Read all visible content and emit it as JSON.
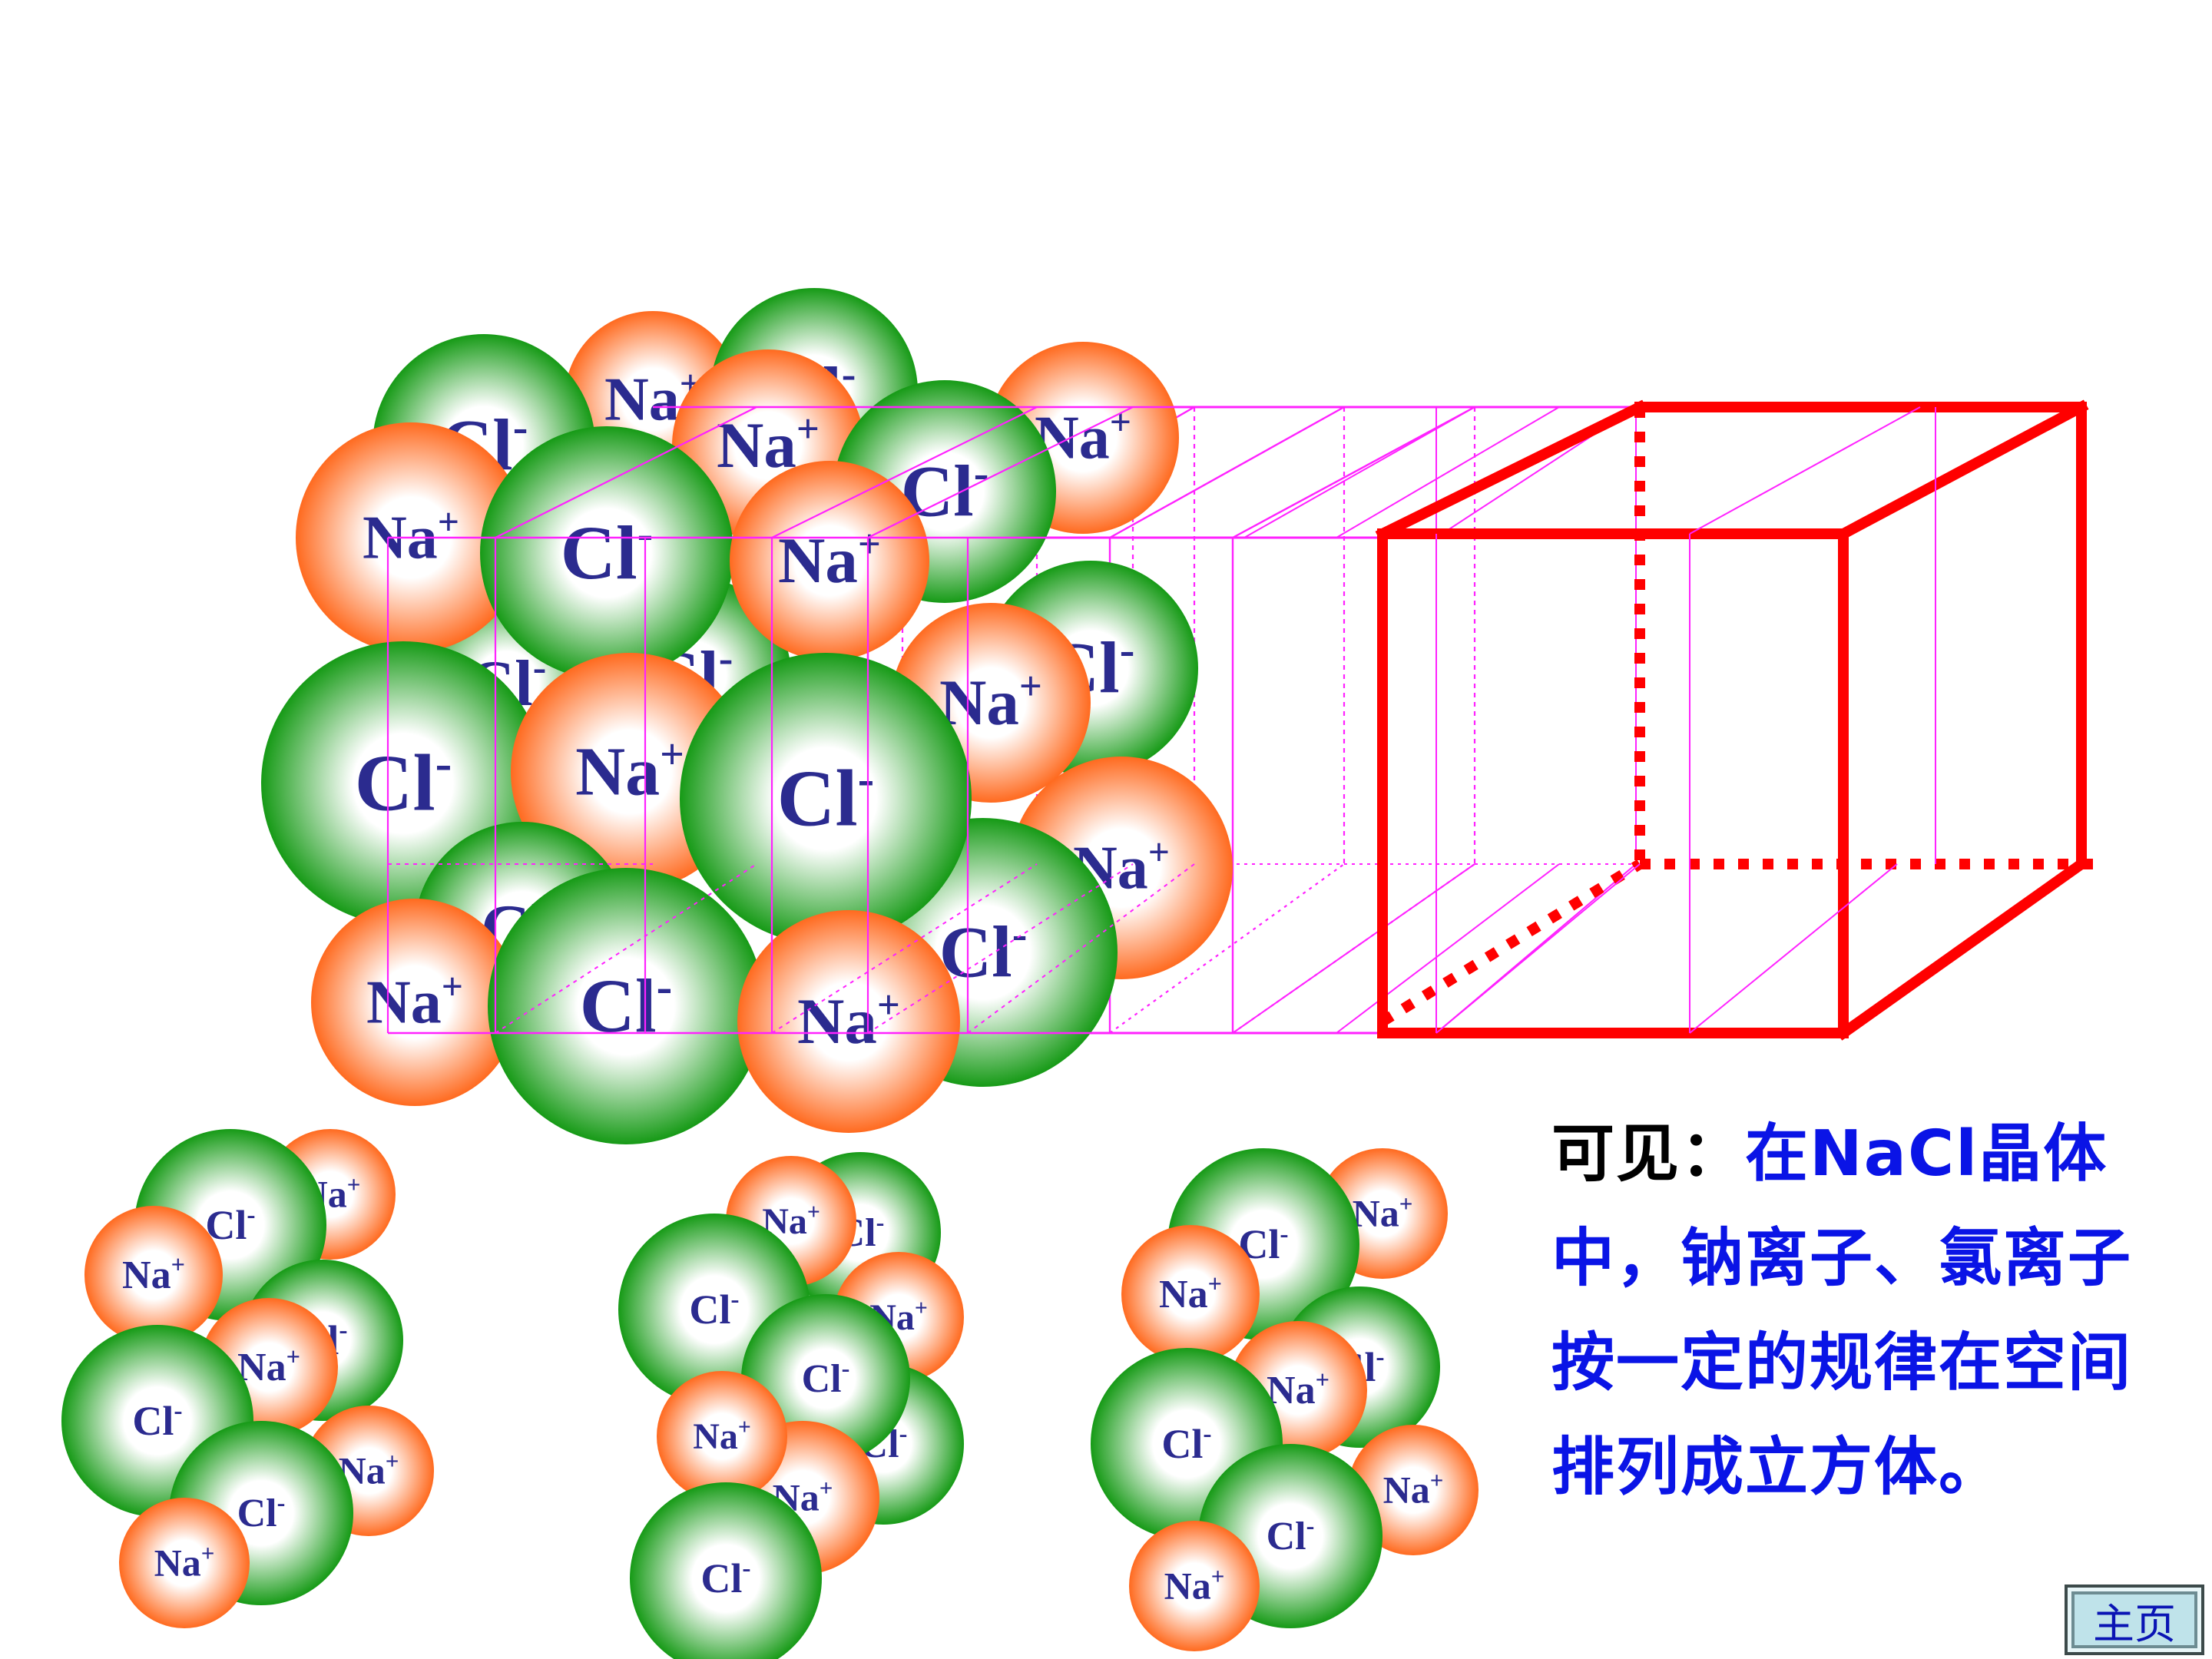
{
  "colors": {
    "na": "#ff6a1f",
    "cl": "#169a16",
    "label": "#2b2b8f",
    "lattice": "#ff22ff",
    "cube": "#ff0000",
    "note_lead": "#000000",
    "note_body": "#0a14e6"
  },
  "ions": {
    "na": {
      "symbol": "Na",
      "charge": "+"
    },
    "cl": {
      "symbol": "Cl",
      "charge": "-"
    }
  },
  "note": {
    "lead": "可见：",
    "body": "在NaCl晶体中，钠离子、氯离子按一定的规律在空间排列成立方体。"
  },
  "home_button": {
    "label": "主页"
  }
}
